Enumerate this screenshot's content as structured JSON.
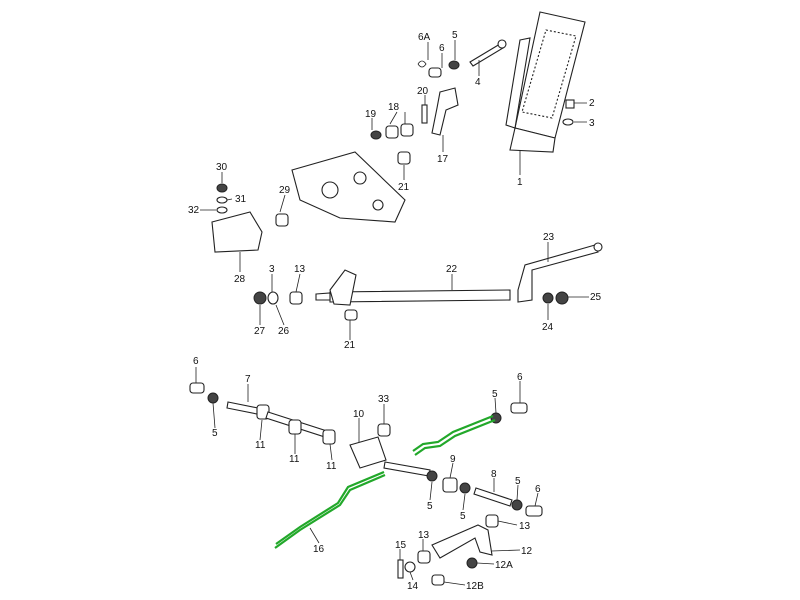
{
  "title": "Accelerator pedal and linkage parts diagram",
  "colors": {
    "highlight": "#22a82a",
    "line": "#222222"
  },
  "labels": [
    "6A",
    "5",
    "6",
    "4",
    "2",
    "3",
    "1",
    "20",
    "18",
    "19",
    "17",
    "21",
    "30",
    "31",
    "32",
    "29",
    "28",
    "23",
    "22",
    "3",
    "13",
    "25",
    "27",
    "26",
    "24",
    "21",
    "6",
    "7",
    "5",
    "11",
    "11",
    "11",
    "10",
    "33",
    "5",
    "6",
    "9",
    "8",
    "5",
    "6",
    "5",
    "5",
    "13",
    "16",
    "15",
    "13",
    "12",
    "12A",
    "14",
    "12B"
  ]
}
